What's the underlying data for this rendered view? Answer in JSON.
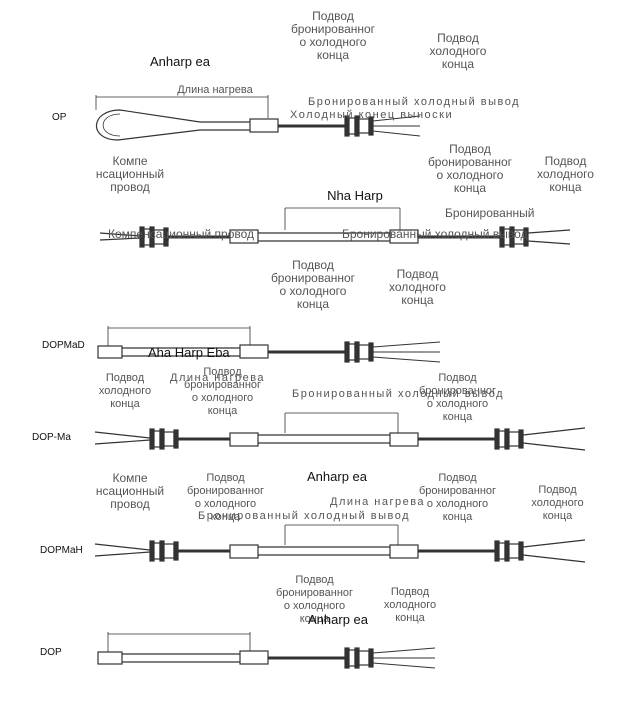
{
  "labels": {
    "armored_cold_lead_connection": "Подвод\nбронированног\nо холодного\nконца",
    "cold_lead_connection": "Подвод\nхолодного\nконца",
    "heating_length": "Длина нагрева",
    "armored_cold_lead": "Бронированный холодный вывод",
    "cold_lead_output": "Холодный конец выноски",
    "compensation_wire": "Компенсационный провод",
    "compensation_wire_split": "Компе\nнсационный\nпровод",
    "armored_split": "Бронированный",
    "anharp_ea": "Anharp ea",
    "nha_harp": "Nha Harp",
    "aha_harp_eba": "Aha Harp Eba"
  },
  "rows": {
    "row1": "OP",
    "row3": "DOPMaD",
    "row4": "DOP-Ma",
    "row5": "DOPMaH",
    "row6": "DOP"
  }
}
